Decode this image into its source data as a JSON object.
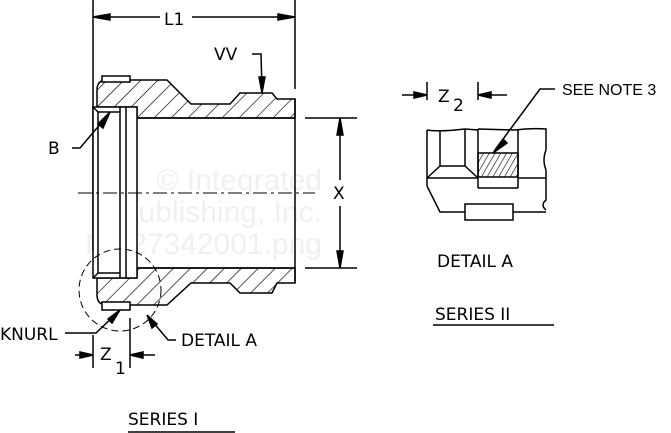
{
  "labels": {
    "l1": "L1",
    "vv": "VV",
    "b": "B",
    "x": "X",
    "knurl": "KNURL",
    "z1": "Z",
    "z1_sub": "1",
    "z2": "Z",
    "z2_sub": "2",
    "detail_a_callout": "DETAIL  A",
    "detail_a_title": "DETAIL  A",
    "see_note": "SEE NOTE 3",
    "series_1": "SERIES  I",
    "series_2": "SERIES  II"
  },
  "watermark": {
    "line1": "© Integrated",
    "line2": "Publishing, Inc.",
    "line3": "MS27342001.png"
  },
  "colors": {
    "ink": "#000000",
    "watermark": "#f0f0f0"
  }
}
